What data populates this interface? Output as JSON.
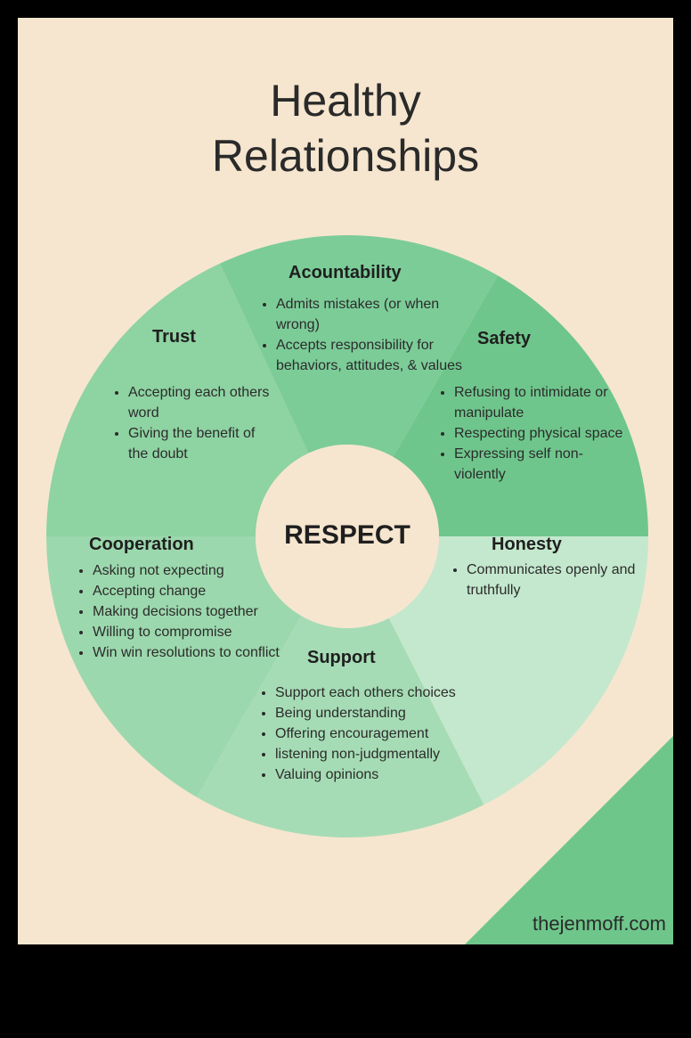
{
  "title": {
    "line1": "Healthy",
    "line2": "Relationships"
  },
  "center": "RESPECT",
  "colors": {
    "background": "#f6e6cf",
    "accountability": "#7ccc98",
    "safety": "#6fc68c",
    "honesty": "#c4e8cd",
    "support": "#a6dcb5",
    "cooperation": "#9cd8ad",
    "trust": "#8ed3a2",
    "corner": "#6ec68a"
  },
  "segments": {
    "accountability": {
      "title": "Acountability",
      "items": [
        "Admits mistakes (or when wrong)",
        "Accepts responsibility for behaviors, attitudes, & values"
      ]
    },
    "trust": {
      "title": "Trust",
      "items": [
        "Accepting each others word",
        "Giving the benefit of the doubt"
      ]
    },
    "safety": {
      "title": "Safety",
      "items": [
        "Refusing to intimidate or manipulate",
        "Respecting physical space",
        "Expressing self non-violently"
      ]
    },
    "cooperation": {
      "title": "Cooperation",
      "items": [
        "Asking not expecting",
        "Accepting change",
        "Making decisions together",
        "Willing to compromise",
        "Win win resolutions to conflict"
      ]
    },
    "honesty": {
      "title": "Honesty",
      "items": [
        "Communicates openly and truthfully"
      ]
    },
    "support": {
      "title": "Support",
      "items": [
        "Support each others choices",
        "Being understanding",
        "Offering encouragement",
        "listening non-judgmentally",
        "Valuing opinions"
      ]
    }
  },
  "website": "thejenmoff.com"
}
